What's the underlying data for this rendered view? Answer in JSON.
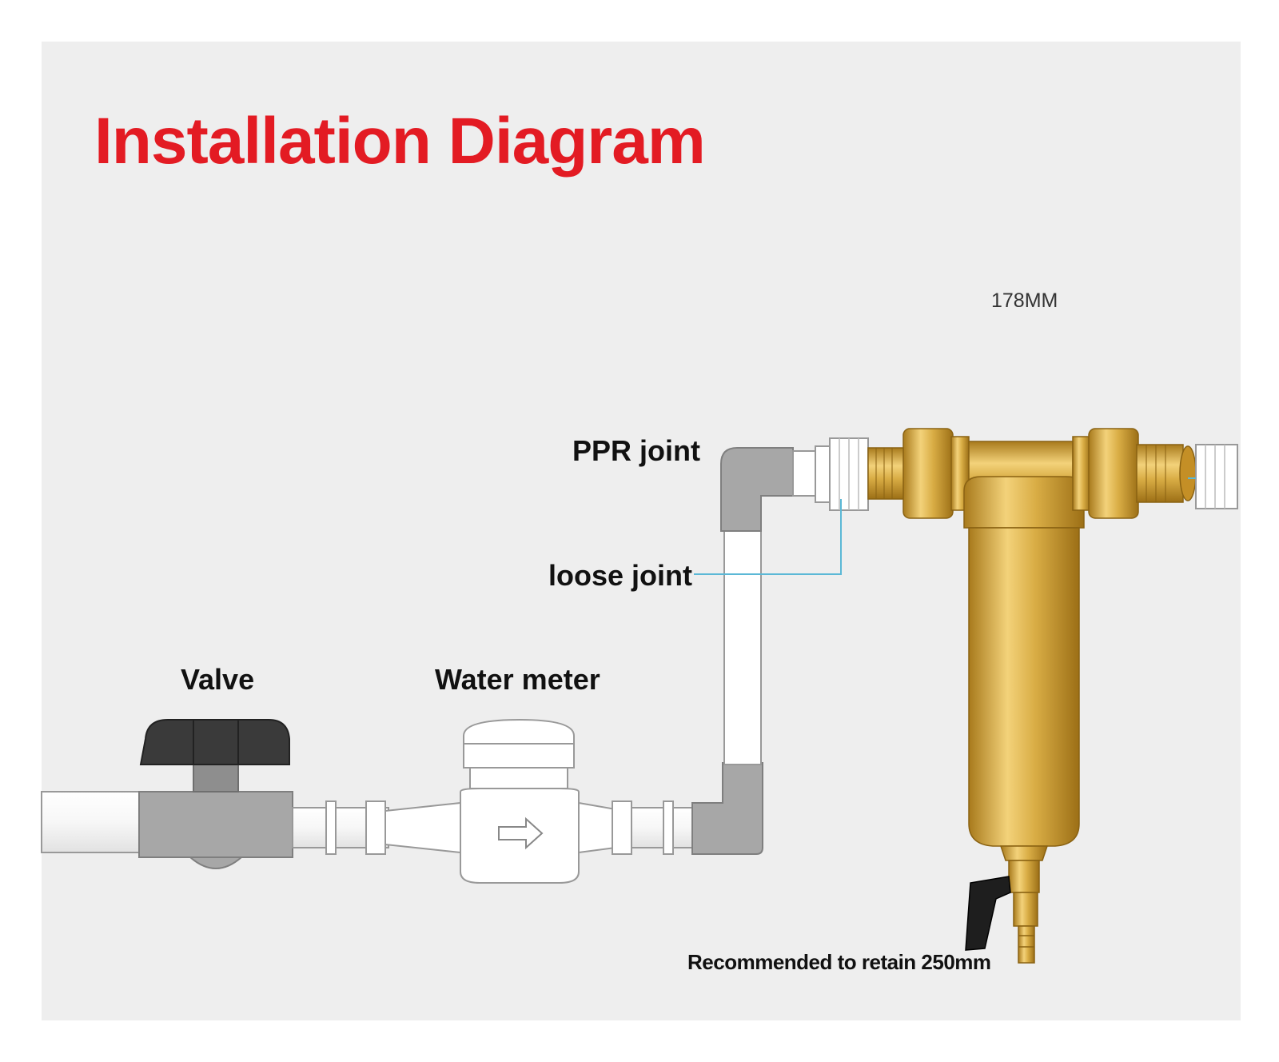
{
  "title": "Installation Diagram",
  "labels": {
    "dimension": "178MM",
    "ppr_joint": "PPR joint",
    "loose_joint": "loose joint",
    "valve": "Valve",
    "water_meter": "Water meter",
    "retain": "Recommended to retain 250mm"
  },
  "colors": {
    "title": "#e31b23",
    "background": "#eeeeee",
    "pipe": "#ffffff",
    "fitting": "#a7a7a7",
    "brass": "#d6a93a",
    "leader_line": "#5bb8d6",
    "handle": "#3a3a3a"
  }
}
